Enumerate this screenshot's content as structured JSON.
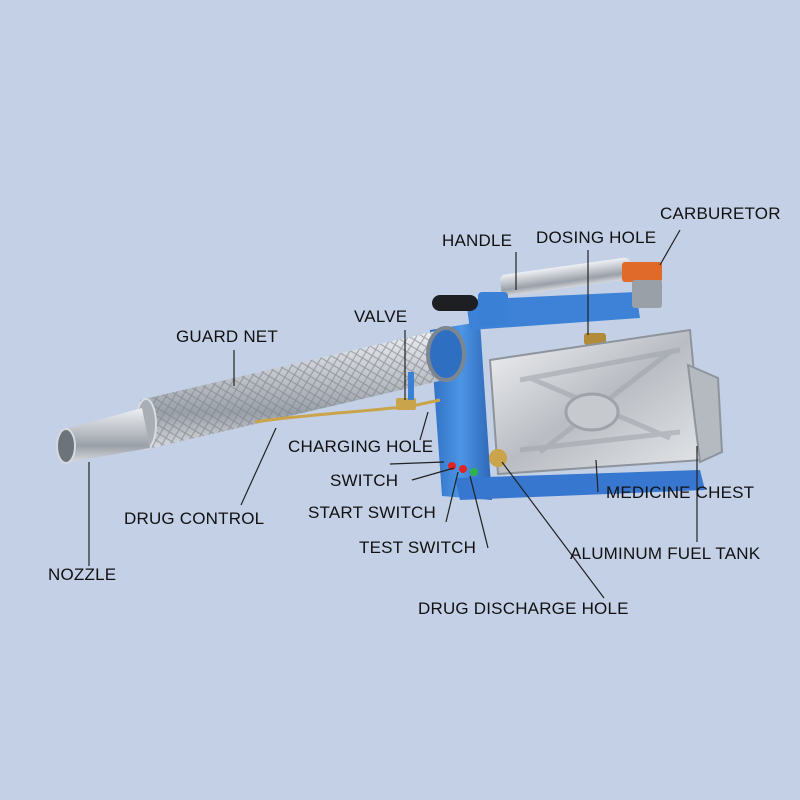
{
  "labels": {
    "carburetor": "CARBURETOR",
    "handle": "HANDLE",
    "dosing_hole": "DOSING HOLE",
    "valve": "VALVE",
    "guard_net": "GUARD NET",
    "charging_hole": "CHARGING HOLE",
    "switch": "SWITCH",
    "start_switch": "START SWITCH",
    "test_switch": "TEST SWITCH",
    "drug_control": "DRUG CONTROL",
    "nozzle": "NOZZLE",
    "medicine_chest": "MEDICINE CHEST",
    "aluminum_fuel_tank": "ALUMINUM FUEL TANK",
    "drug_discharge_hole": "DRUG DISCHARGE HOLE"
  },
  "colors": {
    "background": "#c3d0e6",
    "frame_blue": "#3f86d8",
    "steel": "#c9cdd3",
    "label_text": "#111111"
  }
}
